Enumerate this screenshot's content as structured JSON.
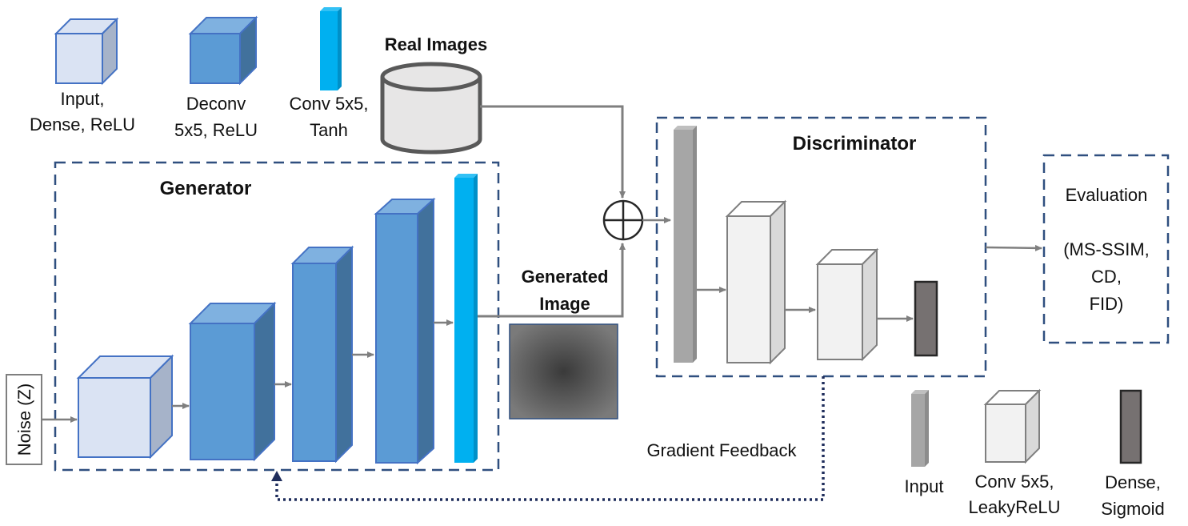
{
  "legend_top": {
    "input_dense_line1": "Input,",
    "input_dense_line2": "Dense, ReLU",
    "deconv_line1": "Deconv",
    "deconv_line2": "5x5, ReLU",
    "conv_tanh_line1": "Conv 5x5,",
    "conv_tanh_line2": "Tanh"
  },
  "real_images": "Real Images",
  "generator": {
    "title": "Generator",
    "noise": "Noise (Z)"
  },
  "generated_image": {
    "line1": "Generated",
    "line2": "Image"
  },
  "discriminator": {
    "title": "Discriminator"
  },
  "evaluation": {
    "title": "Evaluation",
    "line1": "(MS-SSIM,",
    "line2": "CD,",
    "line3": "FID)"
  },
  "gradient_feedback": "Gradient Feedback",
  "legend_bottom": {
    "input": "Input",
    "conv_leaky_line1": "Conv 5x5,",
    "conv_leaky_line2": "LeakyReLU",
    "dense_sigmoid_line1": "Dense,",
    "dense_sigmoid_line2": "Sigmoid"
  },
  "colors": {
    "light_block": "#dae3f3",
    "deconv_block": "#5b9bd5",
    "conv_tanh": "#00b0f0",
    "frame_dash": "#2f4f7f",
    "feedback": "#1f2d5c",
    "arrow": "#7f7f7f",
    "disc_input": "#a6a6a6",
    "disc_conv": "#f2f2f2",
    "dense": "#767171"
  }
}
